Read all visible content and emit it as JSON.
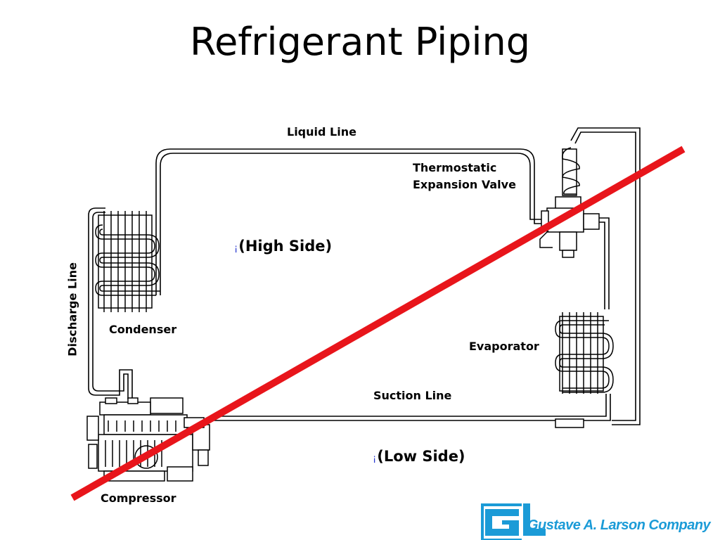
{
  "slide": {
    "title": "Refrigerant Piping"
  },
  "labels": {
    "liquid_line": "Liquid Line",
    "txv_line1": "Thermostatic",
    "txv_line2": "Expansion Valve",
    "high_side": "(High Side)",
    "low_side": "(Low Side)",
    "bullet": "¡",
    "discharge_line": "Discharge Line",
    "condenser": "Condenser",
    "evaporator": "Evaporator",
    "suction_line": "Suction Line",
    "compressor": "Compressor"
  },
  "footer": {
    "company": "Gustave A. Larson Company",
    "logo_letters": "GL"
  },
  "colors": {
    "strike_line": "#e8151b",
    "logo": "#1b9bd7",
    "bullet": "#2a3ad0",
    "piping": "#000000"
  },
  "icons": [
    "compressor-icon",
    "condenser-coil-icon",
    "evaporator-coil-icon",
    "expansion-valve-icon",
    "company-logo-icon"
  ]
}
